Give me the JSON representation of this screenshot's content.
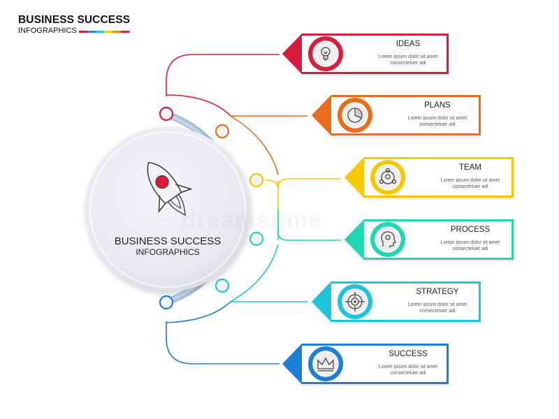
{
  "header": {
    "title": "BUSINESS SUCCESS",
    "subtitle": "INFOGRAPHICS",
    "bar_colors": [
      "#d81e3f",
      "#2e86de",
      "#1ec8e0",
      "#ffcc00",
      "#f0802a",
      "#d81e3f"
    ]
  },
  "center": {
    "title": "BUSINESS SUCCESS",
    "subtitle": "INFOGRAPHICS",
    "icon": "rocket-icon"
  },
  "watermark": "dreamstime",
  "steps": [
    {
      "title": "IDEAS",
      "desc1": "Lorem ipsum dolor sit amet",
      "desc2": "consectetuer adi",
      "color": "#d81e3f",
      "icon": "lightbulb-icon"
    },
    {
      "title": "PLANS",
      "desc1": "Lorem ipsum dolor sit amet",
      "desc2": "consectetuer adi",
      "color": "#ea6c1a",
      "icon": "pie-chart-icon"
    },
    {
      "title": "TEAM",
      "desc1": "Lorem ipsum dolor sit amet",
      "desc2": "consectetuer adi",
      "color": "#f5c800",
      "icon": "team-icon"
    },
    {
      "title": "PROCESS",
      "desc1": "Lorem ipsum dolor sit amet",
      "desc2": "consectetuer adi",
      "color": "#22d6b0",
      "icon": "head-gear-icon"
    },
    {
      "title": "STRATEGY",
      "desc1": "Lorem ipsum dolor sit amet",
      "desc2": "consectetuer adi",
      "color": "#1ec4dc",
      "icon": "target-icon"
    },
    {
      "title": "SUCCESS",
      "desc1": "Lorem ipsum dolor sit amet",
      "desc2": "consectetuer adi",
      "color": "#1f7fd6",
      "icon": "crown-icon"
    }
  ]
}
